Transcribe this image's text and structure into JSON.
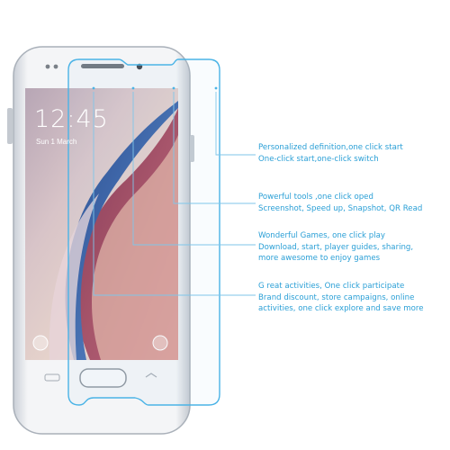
{
  "lockscreen": {
    "time": "12:45",
    "date": "Sun 1 March"
  },
  "features": [
    {
      "title": "Personalized definition,one click start",
      "detail": "One-click start,one-click switch"
    },
    {
      "title": "Powerful tools ,one click oped",
      "detail": "Screenshot, Speed up, Snapshot, QR Read"
    },
    {
      "title": "Wonderful Games, one click play",
      "detail": " Download, start, player guides, sharing,",
      "detail2": "more awesome to enjoy games"
    },
    {
      "title": "G reat activities, One click participate",
      "detail": " Brand discount, store campaigns, online",
      "detail2": " activities, one click explore and save more"
    }
  ],
  "colors": {
    "accent": "#2a9fd6",
    "phone_body": "#eef0f3",
    "film_outline": "#4ab3e6"
  }
}
